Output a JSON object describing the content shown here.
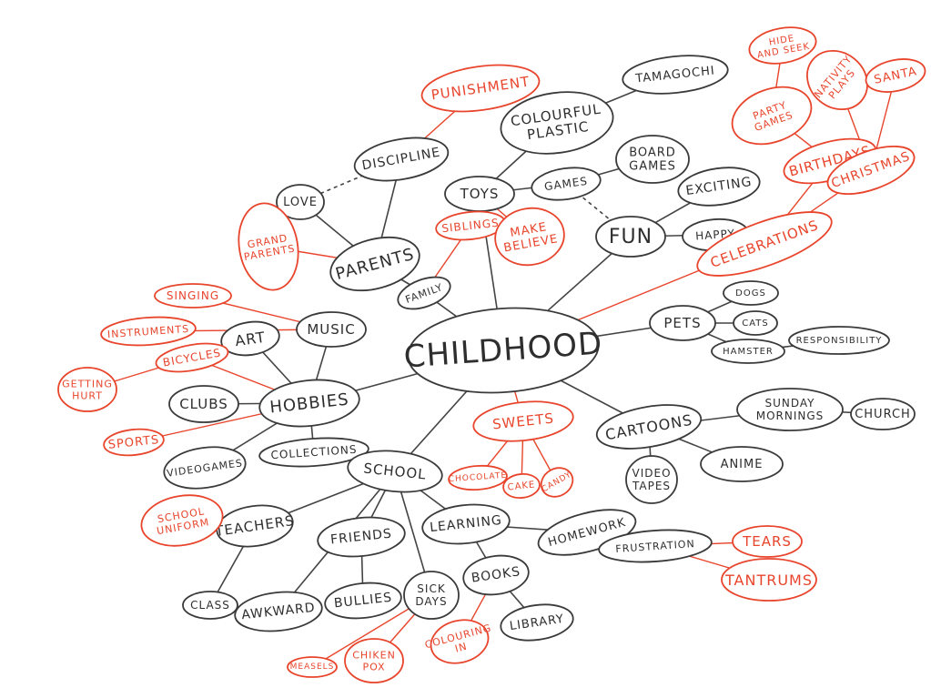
{
  "title": "CHILDHOOD",
  "colors": {
    "black": "#2e2e2e",
    "red": "#e8452c"
  },
  "nodes": {
    "childhood": {
      "label": [
        "CHILDHOOD"
      ],
      "color": "black"
    },
    "toys": {
      "label": [
        "TOYS"
      ],
      "color": "black"
    },
    "colourful_plastic": {
      "label": [
        "COLOURFUL",
        "PLASTIC"
      ],
      "color": "black"
    },
    "tamagochi": {
      "label": [
        "TAMAGOCHI"
      ],
      "color": "black"
    },
    "games": {
      "label": [
        "GAMES"
      ],
      "color": "black"
    },
    "board_games": {
      "label": [
        "BOARD",
        "GAMES"
      ],
      "color": "black"
    },
    "fun": {
      "label": [
        "FUN"
      ],
      "color": "black"
    },
    "exciting": {
      "label": [
        "EXCITING"
      ],
      "color": "black"
    },
    "happy": {
      "label": [
        "HAPPY"
      ],
      "color": "black"
    },
    "parents": {
      "label": [
        "PARENTS"
      ],
      "color": "black"
    },
    "discipline": {
      "label": [
        "DISCIPLINE"
      ],
      "color": "black"
    },
    "love": {
      "label": [
        "LOVE"
      ],
      "color": "black"
    },
    "family": {
      "label": [
        "FAMILY"
      ],
      "color": "black"
    },
    "music": {
      "label": [
        "MUSIC"
      ],
      "color": "black"
    },
    "art": {
      "label": [
        "ART"
      ],
      "color": "black"
    },
    "hobbies": {
      "label": [
        "HOBBIES"
      ],
      "color": "black"
    },
    "clubs": {
      "label": [
        "CLUBS"
      ],
      "color": "black"
    },
    "videogames": {
      "label": [
        "VIDEOGAMES"
      ],
      "color": "black"
    },
    "collections": {
      "label": [
        "COLLECTIONS"
      ],
      "color": "black"
    },
    "school": {
      "label": [
        "SCHOOL"
      ],
      "color": "black"
    },
    "teachers": {
      "label": [
        "TEACHERS"
      ],
      "color": "black"
    },
    "class": {
      "label": [
        "CLASS"
      ],
      "color": "black"
    },
    "awkward": {
      "label": [
        "AWKWARD"
      ],
      "color": "black"
    },
    "friends": {
      "label": [
        "FRIENDS"
      ],
      "color": "black"
    },
    "bullies": {
      "label": [
        "BULLIES"
      ],
      "color": "black"
    },
    "sick_days": {
      "label": [
        "SICK",
        "DAYS"
      ],
      "color": "black"
    },
    "learning": {
      "label": [
        "LEARNING"
      ],
      "color": "black"
    },
    "books": {
      "label": [
        "BOOKS"
      ],
      "color": "black"
    },
    "library": {
      "label": [
        "LIBRARY"
      ],
      "color": "black"
    },
    "homework": {
      "label": [
        "HOMEWORK"
      ],
      "color": "black"
    },
    "frustration": {
      "label": [
        "FRUSTRATION"
      ],
      "color": "black"
    },
    "cartoons": {
      "label": [
        "CARTOONS"
      ],
      "color": "black"
    },
    "video_tapes": {
      "label": [
        "VIDEO",
        "TAPES"
      ],
      "color": "black"
    },
    "anime": {
      "label": [
        "ANIME"
      ],
      "color": "black"
    },
    "sunday_mornings": {
      "label": [
        "SUNDAY",
        "MORNINGS"
      ],
      "color": "black"
    },
    "church": {
      "label": [
        "CHURCH"
      ],
      "color": "black"
    },
    "pets": {
      "label": [
        "PETS"
      ],
      "color": "black"
    },
    "dogs": {
      "label": [
        "DOGS"
      ],
      "color": "black"
    },
    "cats": {
      "label": [
        "CATS"
      ],
      "color": "black"
    },
    "hamster": {
      "label": [
        "HAMSTER"
      ],
      "color": "black"
    },
    "responsibility": {
      "label": [
        "RESPONSIBILITY"
      ],
      "color": "black"
    },
    "punishment": {
      "label": [
        "PUNISHMENT"
      ],
      "color": "red"
    },
    "siblings": {
      "label": [
        "SIBLINGS"
      ],
      "color": "red"
    },
    "make_believe": {
      "label": [
        "MAKE",
        "BELIEVE"
      ],
      "color": "red"
    },
    "grand_parents": {
      "label": [
        "GRAND",
        "PARENTS"
      ],
      "color": "red"
    },
    "singing": {
      "label": [
        "SINGING"
      ],
      "color": "red"
    },
    "instruments": {
      "label": [
        "INSTRUMENTS"
      ],
      "color": "red"
    },
    "bicycles": {
      "label": [
        "BICYCLES"
      ],
      "color": "red"
    },
    "getting_hurt": {
      "label": [
        "GETTING",
        "HURT"
      ],
      "color": "red"
    },
    "sports": {
      "label": [
        "SPORTS"
      ],
      "color": "red"
    },
    "sweets": {
      "label": [
        "SWEETS"
      ],
      "color": "red"
    },
    "chocolate": {
      "label": [
        "CHOCOLATE"
      ],
      "color": "red"
    },
    "cake": {
      "label": [
        "CAKE"
      ],
      "color": "red"
    },
    "candy": {
      "label": [
        "CANDY"
      ],
      "color": "red"
    },
    "school_uniform": {
      "label": [
        "SCHOOL",
        "UNIFORM"
      ],
      "color": "red"
    },
    "measels": {
      "label": [
        "MEASELS"
      ],
      "color": "red"
    },
    "chiken_pox": {
      "label": [
        "CHIKEN",
        "POX"
      ],
      "color": "red"
    },
    "colouring_in": {
      "label": [
        "COLOURING",
        "IN"
      ],
      "color": "red"
    },
    "tears": {
      "label": [
        "TEARS"
      ],
      "color": "red"
    },
    "tantrums": {
      "label": [
        "TANTRUMS"
      ],
      "color": "red"
    },
    "celebrations": {
      "label": [
        "CELEBRATIONS"
      ],
      "color": "red"
    },
    "birthdays": {
      "label": [
        "BIRTHDAYS"
      ],
      "color": "red"
    },
    "christmas": {
      "label": [
        "CHRISTMAS"
      ],
      "color": "red"
    },
    "party_games": {
      "label": [
        "PARTY",
        "GAMES"
      ],
      "color": "red"
    },
    "hide_and_seek": {
      "label": [
        "HIDE",
        "AND SEEK"
      ],
      "color": "red"
    },
    "nativity_plays": {
      "label": [
        "NATIVITY",
        "PLAYS"
      ],
      "color": "red"
    },
    "santa": {
      "label": [
        "SANTA"
      ],
      "color": "red"
    }
  },
  "edges": [
    [
      "childhood",
      "toys"
    ],
    [
      "toys",
      "colourful_plastic"
    ],
    [
      "colourful_plastic",
      "tamagochi"
    ],
    [
      "toys",
      "games"
    ],
    [
      "games",
      "board_games"
    ],
    [
      "childhood",
      "fun"
    ],
    [
      "fun",
      "exciting"
    ],
    [
      "fun",
      "happy"
    ],
    [
      "childhood",
      "family"
    ],
    [
      "family",
      "parents"
    ],
    [
      "parents",
      "discipline"
    ],
    [
      "parents",
      "love"
    ],
    [
      "childhood",
      "hobbies"
    ],
    [
      "hobbies",
      "music"
    ],
    [
      "hobbies",
      "art"
    ],
    [
      "hobbies",
      "clubs"
    ],
    [
      "hobbies",
      "videogames"
    ],
    [
      "hobbies",
      "collections"
    ],
    [
      "childhood",
      "school"
    ],
    [
      "school",
      "teachers"
    ],
    [
      "teachers",
      "class"
    ],
    [
      "school",
      "awkward"
    ],
    [
      "school",
      "friends"
    ],
    [
      "friends",
      "bullies"
    ],
    [
      "school",
      "sick_days"
    ],
    [
      "school",
      "learning"
    ],
    [
      "learning",
      "books"
    ],
    [
      "books",
      "library"
    ],
    [
      "learning",
      "homework"
    ],
    [
      "homework",
      "frustration"
    ],
    [
      "childhood",
      "cartoons"
    ],
    [
      "cartoons",
      "video_tapes"
    ],
    [
      "cartoons",
      "anime"
    ],
    [
      "cartoons",
      "sunday_mornings"
    ],
    [
      "sunday_mornings",
      "church"
    ],
    [
      "childhood",
      "pets"
    ],
    [
      "pets",
      "dogs"
    ],
    [
      "pets",
      "cats"
    ],
    [
      "pets",
      "hamster"
    ],
    [
      "hamster",
      "responsibility"
    ],
    [
      "discipline",
      "punishment"
    ],
    [
      "family",
      "siblings"
    ],
    [
      "toys",
      "make_believe"
    ],
    [
      "parents",
      "grand_parents"
    ],
    [
      "music",
      "singing"
    ],
    [
      "music",
      "instruments"
    ],
    [
      "hobbies",
      "bicycles"
    ],
    [
      "bicycles",
      "getting_hurt"
    ],
    [
      "hobbies",
      "sports"
    ],
    [
      "childhood",
      "sweets"
    ],
    [
      "sweets",
      "chocolate"
    ],
    [
      "sweets",
      "cake"
    ],
    [
      "sweets",
      "candy"
    ],
    [
      "teachers",
      "school_uniform"
    ],
    [
      "sick_days",
      "measels"
    ],
    [
      "sick_days",
      "chiken_pox"
    ],
    [
      "books",
      "colouring_in"
    ],
    [
      "frustration",
      "tears"
    ],
    [
      "frustration",
      "tantrums"
    ],
    [
      "childhood",
      "celebrations"
    ],
    [
      "celebrations",
      "birthdays"
    ],
    [
      "celebrations",
      "christmas"
    ],
    [
      "birthdays",
      "party_games"
    ],
    [
      "party_games",
      "hide_and_seek"
    ],
    [
      "christmas",
      "nativity_plays"
    ],
    [
      "christmas",
      "santa"
    ]
  ],
  "dashed_edges": [
    [
      "love",
      "discipline"
    ],
    [
      "games",
      "fun"
    ]
  ]
}
